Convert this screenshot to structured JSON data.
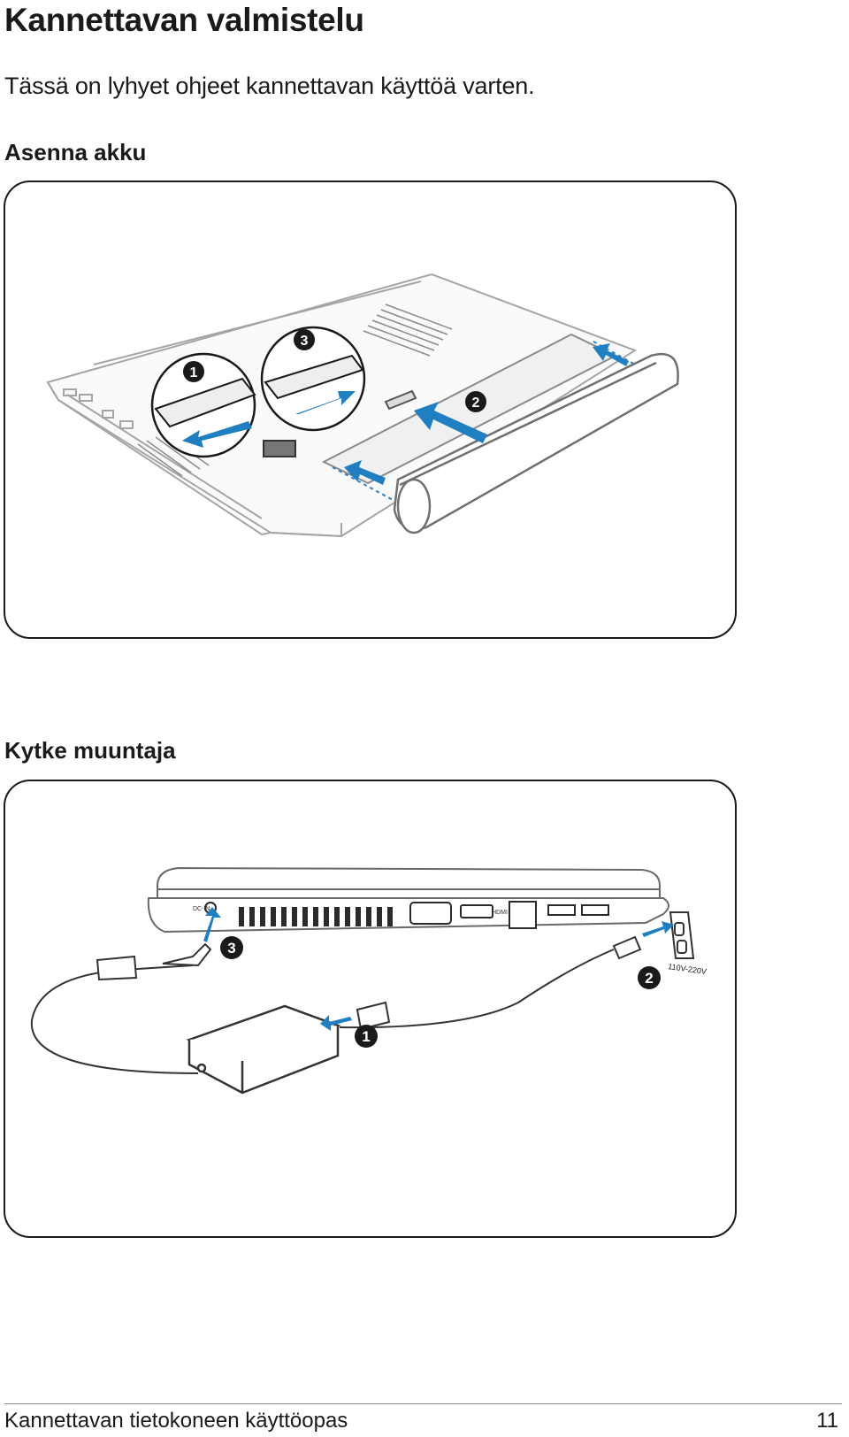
{
  "page": {
    "title": "Kannettavan valmistelu",
    "intro": "Tässä on lyhyet ohjeet kannettavan käyttöä varten.",
    "sections": [
      {
        "heading": "Asenna akku",
        "steps": [
          "1",
          "2",
          "3"
        ]
      },
      {
        "heading": "Kytke muuntaja",
        "steps": [
          "3",
          "2",
          "1"
        ],
        "outlet_label": "110V-220V",
        "port_label": "DC-IN",
        "hdmi_label": "HDMI"
      }
    ],
    "footer": {
      "text": "Kannettavan tietokoneen käyttöopas",
      "page_number": "11"
    }
  },
  "colors": {
    "accent_blue": "#1f7fc1",
    "step_badge": "#1f6fb3",
    "line": "#9a9a9a"
  },
  "icons": [
    "battery-latch-icon",
    "arrow-icon",
    "power-outlet-icon",
    "ac-adapter-icon"
  ]
}
